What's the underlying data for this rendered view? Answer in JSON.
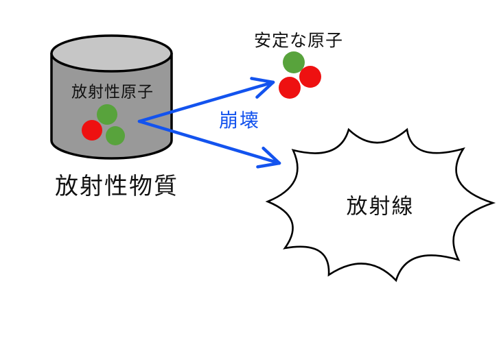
{
  "labels": {
    "radioactive_atom": "放射性原子",
    "radioactive_substance": "放射性物質",
    "stable_atom": "安定な原子",
    "decay": "崩壊",
    "radiation": "放射線"
  },
  "colors": {
    "arrow_blue": "#1353ee",
    "decay_text_blue": "#1353ee",
    "atom_green": "#58a33c",
    "atom_red": "#ee1111",
    "cylinder_body": "#999999",
    "cylinder_top": "#c6c6c6",
    "outline": "#000000",
    "burst_fill": "#ffffff",
    "background": "#ffffff"
  },
  "atoms": {
    "radioactive": [
      "green",
      "green",
      "red"
    ],
    "stable": [
      "green",
      "red",
      "red"
    ]
  }
}
